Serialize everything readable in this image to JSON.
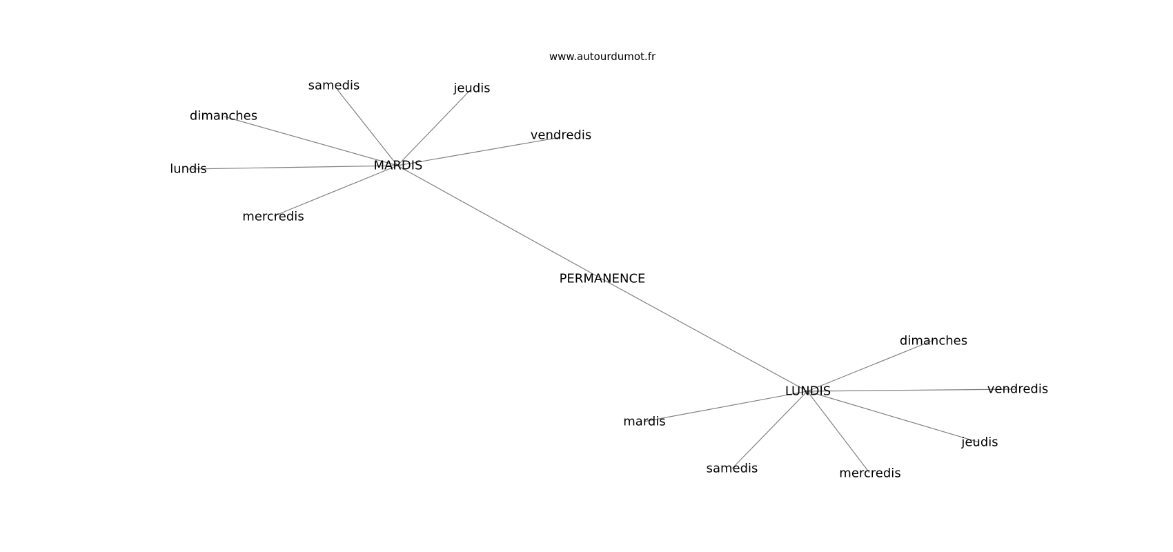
{
  "watermark": "www.autourdumot.fr",
  "colors": {
    "edge": "#808080",
    "text": "#000000",
    "background": "#ffffff"
  },
  "graph": {
    "center": "PERMANENCE",
    "hubs": [
      {
        "id": "mardis-hub",
        "label": "MARDIS",
        "leaves": [
          "samedis",
          "jeudis",
          "dimanches",
          "vendredis",
          "lundis",
          "mercredis"
        ]
      },
      {
        "id": "lundis-hub",
        "label": "LUNDIS",
        "leaves": [
          "dimanches",
          "vendredis",
          "mardis",
          "jeudis",
          "samedis",
          "mercredis"
        ]
      }
    ]
  }
}
